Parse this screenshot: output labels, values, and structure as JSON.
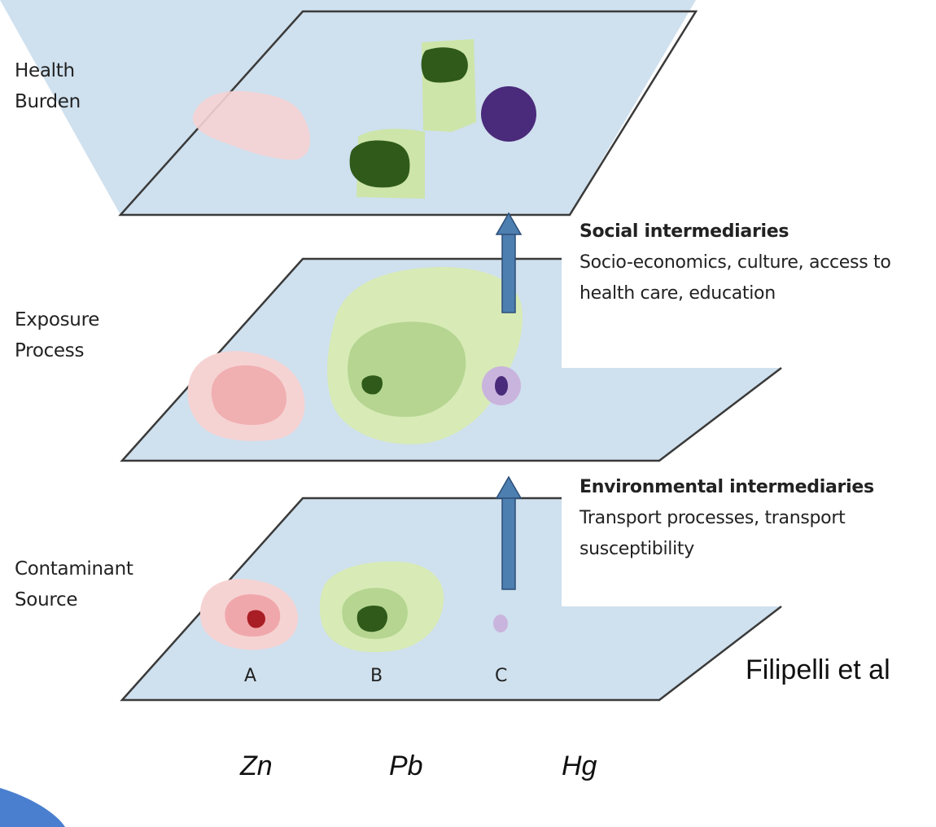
{
  "layers": {
    "health": {
      "line1": "Health",
      "line2": "Burden"
    },
    "exposure": {
      "line1": "Exposure",
      "line2": "Process"
    },
    "source": {
      "line1": "Contaminant",
      "line2": "Source"
    }
  },
  "intermediaries": {
    "social": {
      "heading": "Social intermediaries",
      "line1": "Socio-economics, culture, access to",
      "line2": "health care, education"
    },
    "environmental": {
      "heading": "Environmental intermediaries",
      "line1": "Transport processes, transport",
      "line2": "susceptibility"
    }
  },
  "columns": [
    {
      "letter": "A",
      "element": "Zn"
    },
    {
      "letter": "B",
      "element": "Pb"
    },
    {
      "letter": "C",
      "element": "Hg"
    }
  ],
  "citation": "Filipelli et al",
  "colors": {
    "plane_fill": "#cfe0ee",
    "plane_stroke": "#3a3a3a",
    "arrow": "#4d7fb0",
    "zn_light": "#f6d3d3",
    "zn_mid": "#ee9fa3",
    "zn_dark": "#a81e24",
    "pb_light": "#d8ebb6",
    "pb_mid": "#a9cd84",
    "pb_dark": "#2f5a1a",
    "hg_light": "#c9b4dd",
    "hg_dark": "#4a2a7a",
    "corner_accent": "#4a7fd0"
  }
}
